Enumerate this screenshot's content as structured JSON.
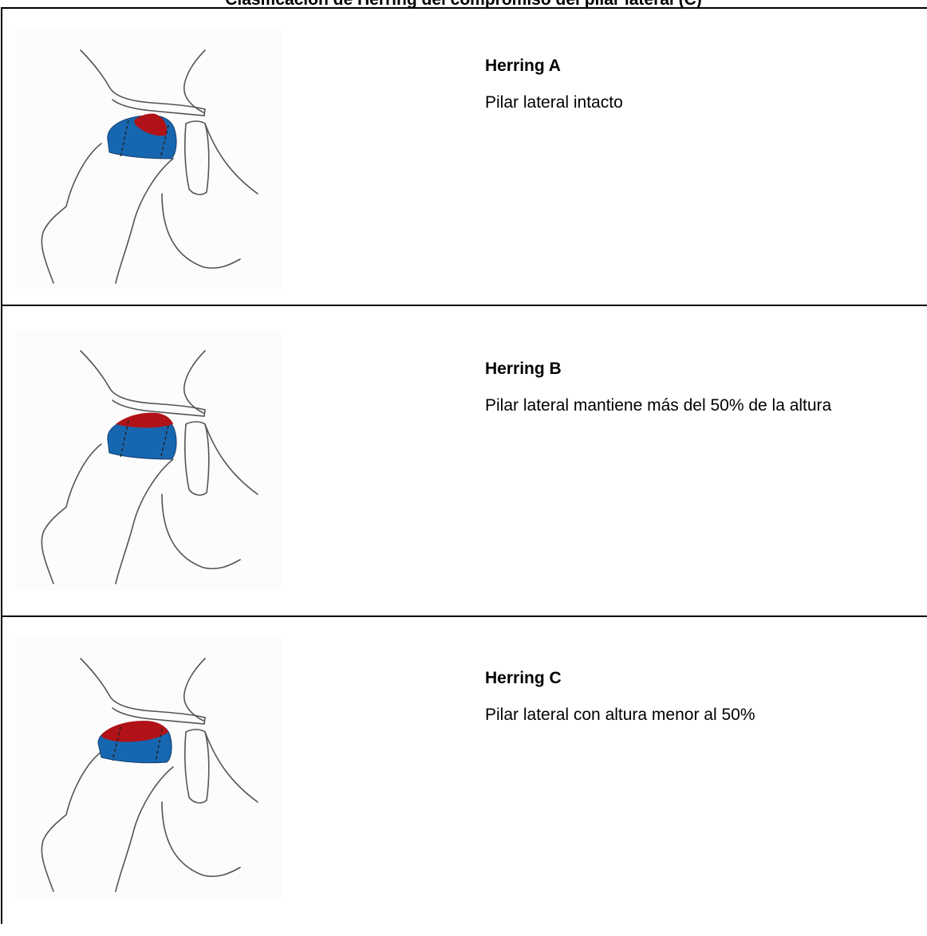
{
  "document": {
    "title": "Clasificación de Herring del compromiso del pilar lateral (C)"
  },
  "rows": [
    {
      "heading": "Herring A",
      "description": "Pilar lateral intacto",
      "necrosis": "small"
    },
    {
      "heading": "Herring B",
      "description": "Pilar lateral mantiene más del 50% de la altura",
      "necrosis": "medium"
    },
    {
      "heading": "Herring C",
      "description": "Pilar lateral con altura menor al 50%",
      "necrosis": "large"
    }
  ],
  "colors": {
    "epiphysis_blue": "#1766b0",
    "necrosis_red": "#b01217",
    "bone_outline": "#555555"
  },
  "icons": [
    "hip-diagram-illustration"
  ]
}
